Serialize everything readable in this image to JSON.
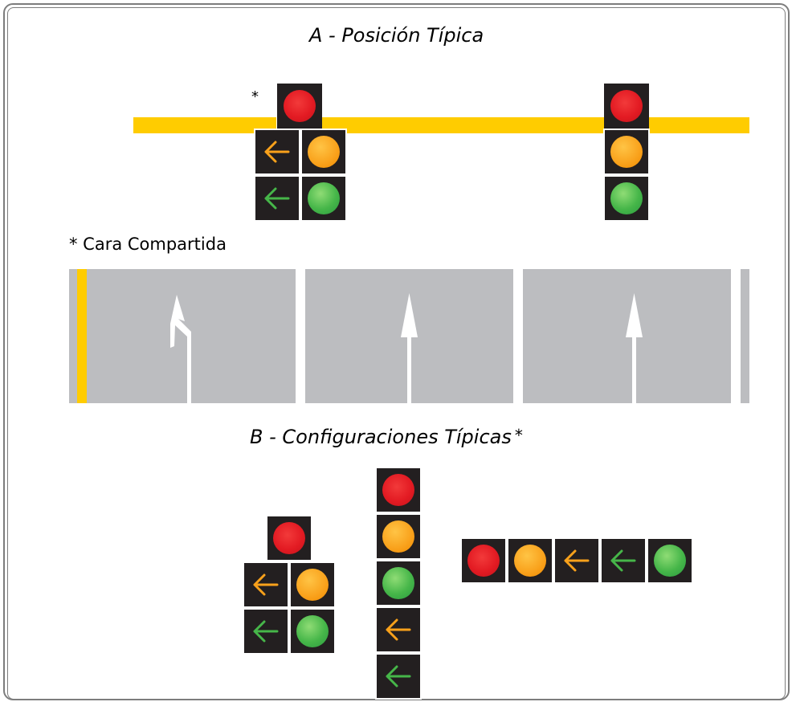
{
  "section_a": {
    "title": "A - Posición Típica",
    "asterisk": "*",
    "caption": "* Cara Compartida"
  },
  "section_b": {
    "title": "B - Configuraciones Típicas",
    "title_asterisk": "*"
  },
  "colors": {
    "red_lamp": "#e31b23",
    "amber_lamp": "#f9a11b",
    "green_lamp": "#46b649",
    "signal_housing": "#231f20",
    "yellow_line": "#ffcc00",
    "pavement": "#bcbdc0"
  },
  "icons": {
    "left_arrow_amber": "left-arrow-amber-icon",
    "left_arrow_green": "left-arrow-green-icon",
    "lane_arrow_turn_left": "turn-left-lane-arrow-icon",
    "lane_arrow_straight": "straight-lane-arrow-icon"
  }
}
